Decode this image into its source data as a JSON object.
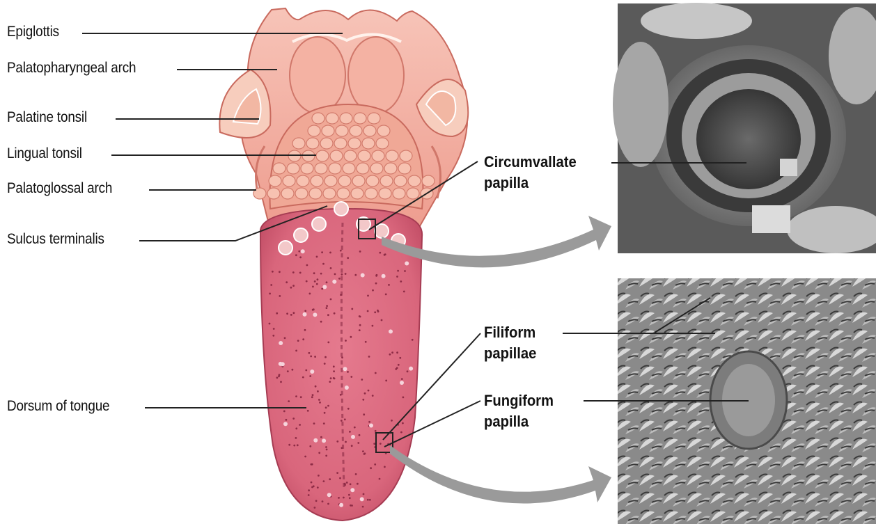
{
  "left_labels": [
    {
      "id": "epiglottis",
      "text": "Epiglottis"
    },
    {
      "id": "palatopharyngeal-arch",
      "text": "Palatopharyngeal arch"
    },
    {
      "id": "palatine-tonsil",
      "text": "Palatine tonsil"
    },
    {
      "id": "lingual-tonsil",
      "text": "Lingual tonsil"
    },
    {
      "id": "palatoglossal-arch",
      "text": "Palatoglossal arch"
    },
    {
      "id": "sulcus-terminalis",
      "text": "Sulcus terminalis"
    },
    {
      "id": "dorsum-of-tongue",
      "text": "Dorsum of tongue"
    }
  ],
  "right_labels": [
    {
      "id": "circumvallate-papilla",
      "line1": "Circumvallate",
      "line2": "papilla"
    },
    {
      "id": "filiform-papillae",
      "line1": "Filiform",
      "line2": "papillae"
    },
    {
      "id": "fungiform-papilla",
      "line1": "Fungiform",
      "line2": "papilla"
    }
  ],
  "colors": {
    "tongue": "#d9667c",
    "tongue_dark": "#b8435c",
    "pharynx": "#ee9d8f",
    "pharynx_light": "#f7c4b8",
    "tonsil": "#f3b6a0",
    "arrow": "#9a9a9a",
    "micrograph_dark": "#2f2f2f",
    "micrograph_mid": "#7a7a7a",
    "micrograph_light": "#cfcfcf"
  }
}
